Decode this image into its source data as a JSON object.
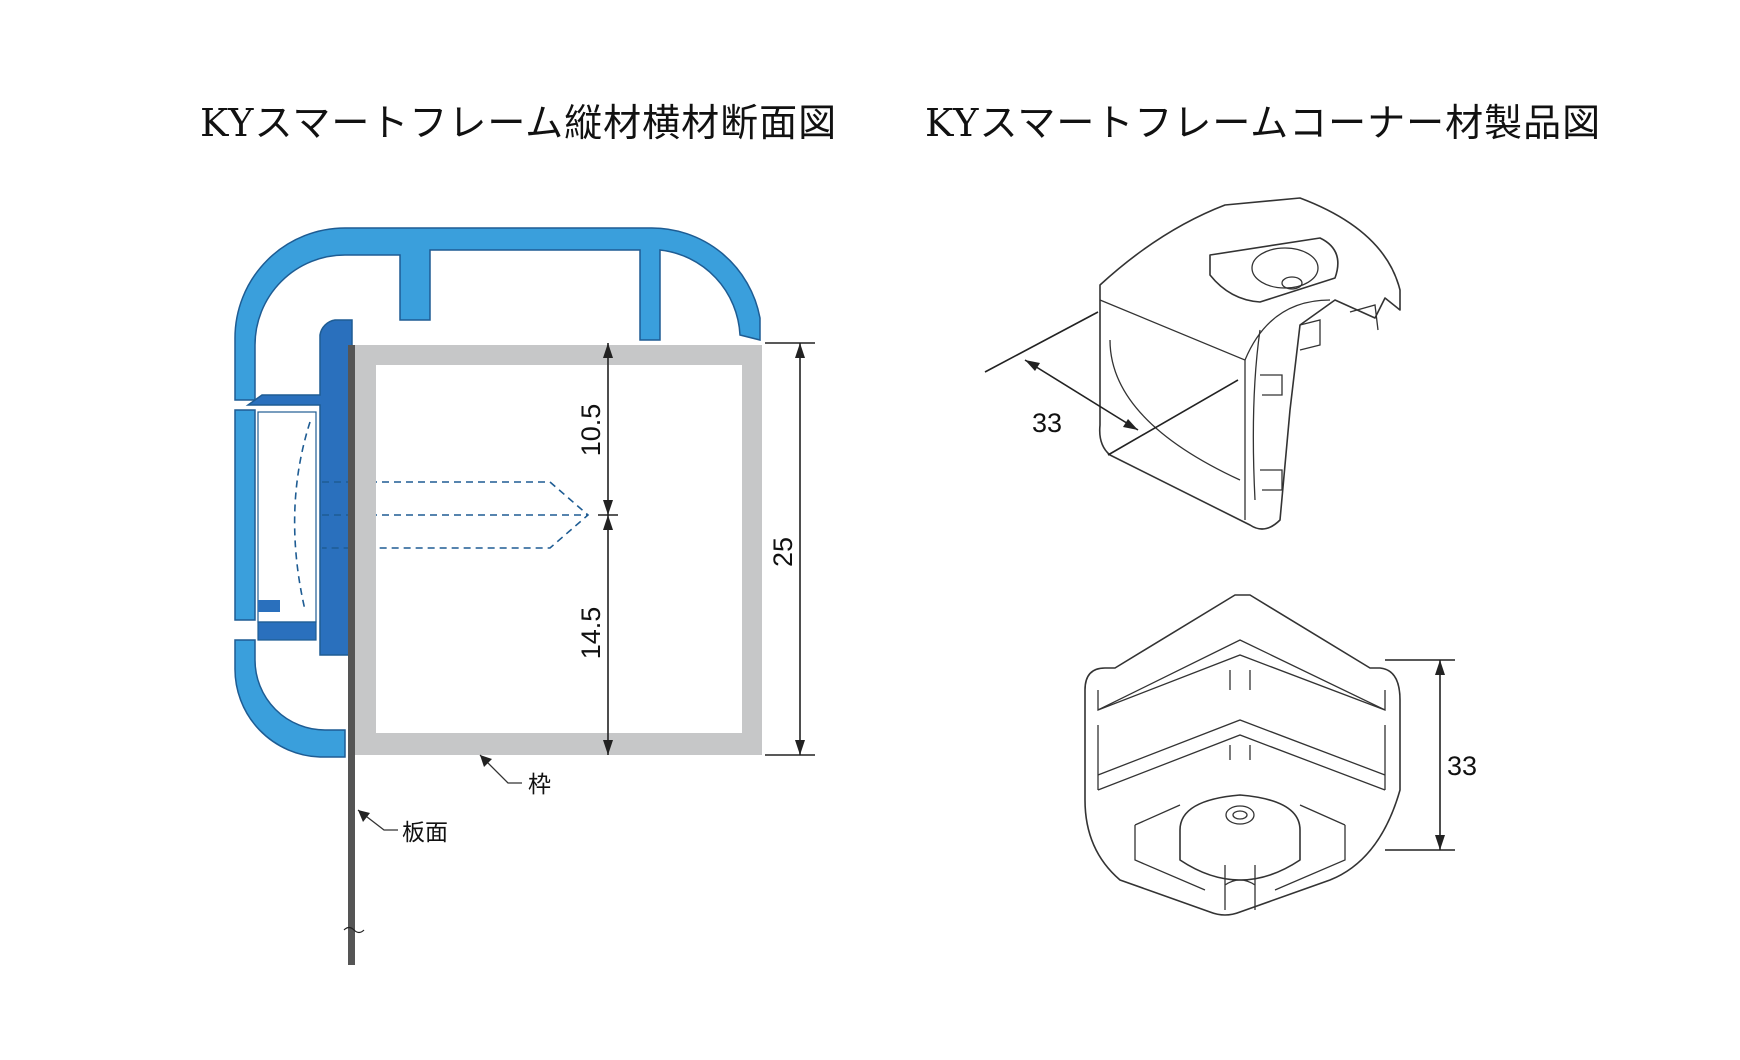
{
  "titles": {
    "left": "KYスマートフレーム縦材横材断面図",
    "right": "KYスマートフレームコーナー材製品図"
  },
  "dimensions": {
    "upper": "10.5",
    "lower": "14.5",
    "total": "25",
    "corner_top": "33",
    "corner_bottom": "33"
  },
  "labels": {
    "frame": "枠",
    "panel": "板面"
  },
  "colors": {
    "profile_light": "#3a9fdc",
    "profile_dark": "#2a70bd",
    "frame_gray": "#c6c7c8",
    "panel": "#555555"
  }
}
